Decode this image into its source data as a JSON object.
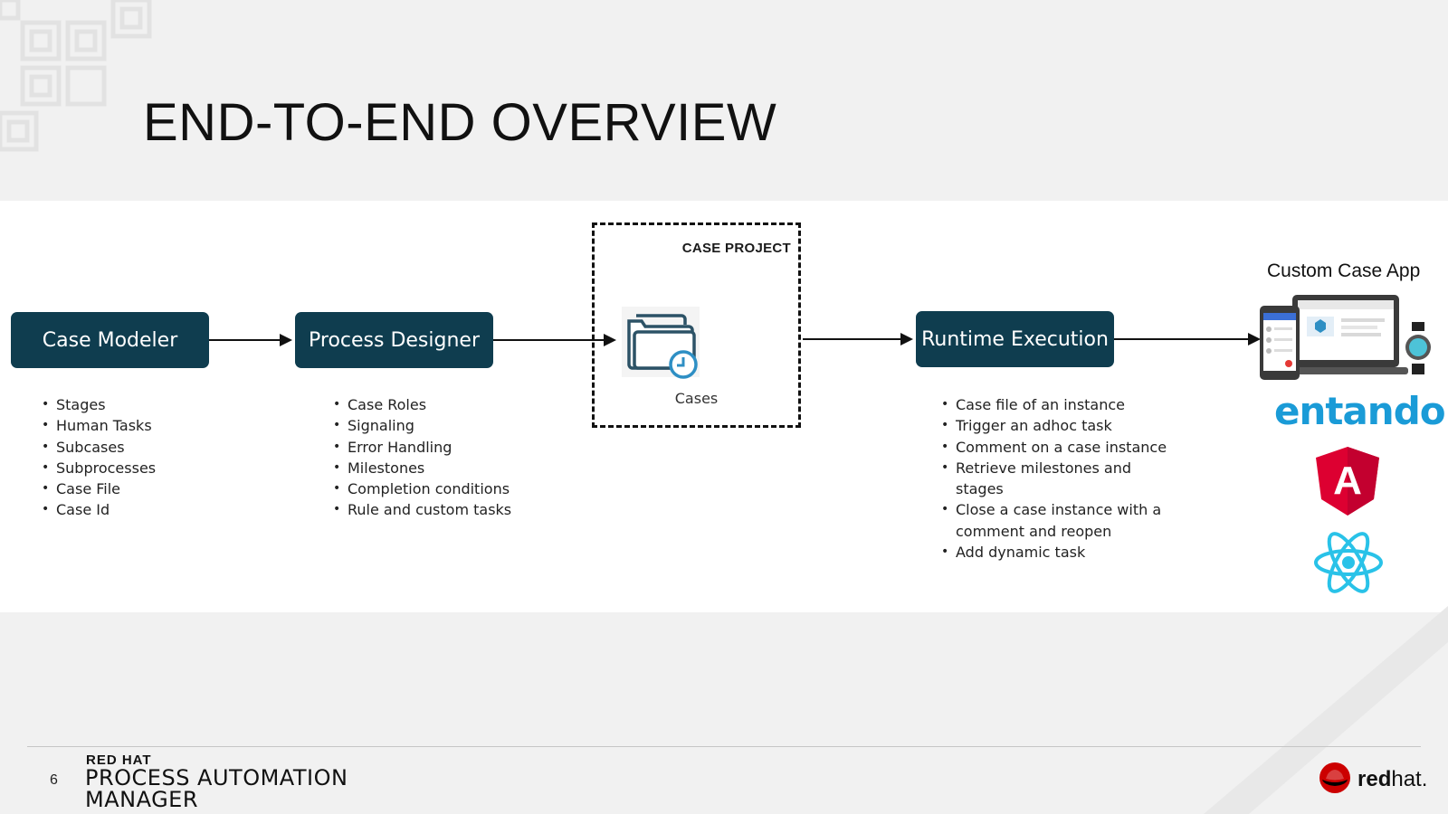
{
  "slide": {
    "title": "END-TO-END OVERVIEW",
    "page_number": "6"
  },
  "diagram": {
    "nodes": [
      {
        "id": "case-modeler",
        "label": "Case Modeler"
      },
      {
        "id": "process-designer",
        "label": "Process Designer"
      },
      {
        "id": "runtime-execution",
        "label": "Runtime Execution"
      }
    ],
    "case_project": {
      "label": "CASE PROJECT",
      "cases_label": "Cases"
    },
    "case_modeler_items": [
      "Stages",
      "Human Tasks",
      "Subcases",
      "Subprocesses",
      "Case File",
      "Case Id"
    ],
    "process_designer_items": [
      "Case Roles",
      "Signaling",
      "Error Handling",
      "Milestones",
      "Completion conditions",
      "Rule and custom tasks"
    ],
    "runtime_items": [
      "Case file of an instance",
      "Trigger an adhoc task",
      "Comment on a case instance",
      "Retrieve milestones and stages",
      "Close a case instance with a comment and reopen",
      "Add dynamic task"
    ],
    "custom_app": {
      "title": "Custom Case App",
      "entando": "entando",
      "angular_letter": "A"
    }
  },
  "footer": {
    "brand_small": "RED HAT",
    "brand_line1": "PROCESS AUTOMATION",
    "brand_line2": "MANAGER",
    "logo_red": "red",
    "logo_hat": "hat."
  },
  "colors": {
    "box": "#0f3d4f",
    "entando": "#1a9bd7",
    "angular": "#dd0031",
    "react": "#61dafb",
    "redhat": "#cc0000"
  }
}
